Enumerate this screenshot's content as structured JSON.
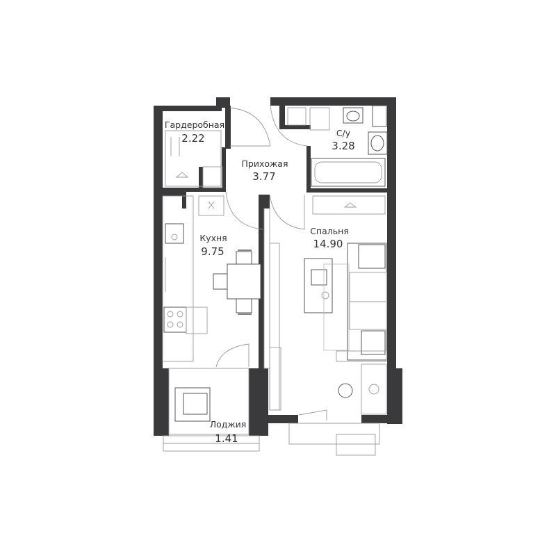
{
  "colors": {
    "wall": "#3a3a3c",
    "line": "#555555",
    "text": "#333333",
    "background": "#ffffff"
  },
  "rooms": {
    "wardrobe": {
      "name": "Гардеробная",
      "area": "2.22"
    },
    "hall": {
      "name": "Прихожая",
      "area": "3.77"
    },
    "bathroom": {
      "name": "С/у",
      "area": "3.28"
    },
    "kitchen": {
      "name": "Кухня",
      "area": "9.75"
    },
    "bedroom": {
      "name": "Спальня",
      "area": "14.90"
    },
    "loggia": {
      "name": "Лоджия",
      "area": "1.41"
    }
  }
}
